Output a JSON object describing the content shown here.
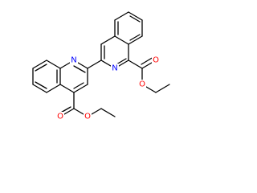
{
  "molecule": {
    "atoms": {
      "n1": {
        "symbol": "N",
        "color": "#0000ff"
      },
      "n2": {
        "symbol": "N",
        "color": "#0000ff"
      },
      "o1": {
        "symbol": "O",
        "color": "#ff0000"
      },
      "o2": {
        "symbol": "O",
        "color": "#ff0000"
      },
      "o3": {
        "symbol": "O",
        "color": "#ff0000"
      },
      "o4": {
        "symbol": "O",
        "color": "#ff0000"
      }
    },
    "bond_color": "#000000",
    "background": "#ffffff"
  }
}
